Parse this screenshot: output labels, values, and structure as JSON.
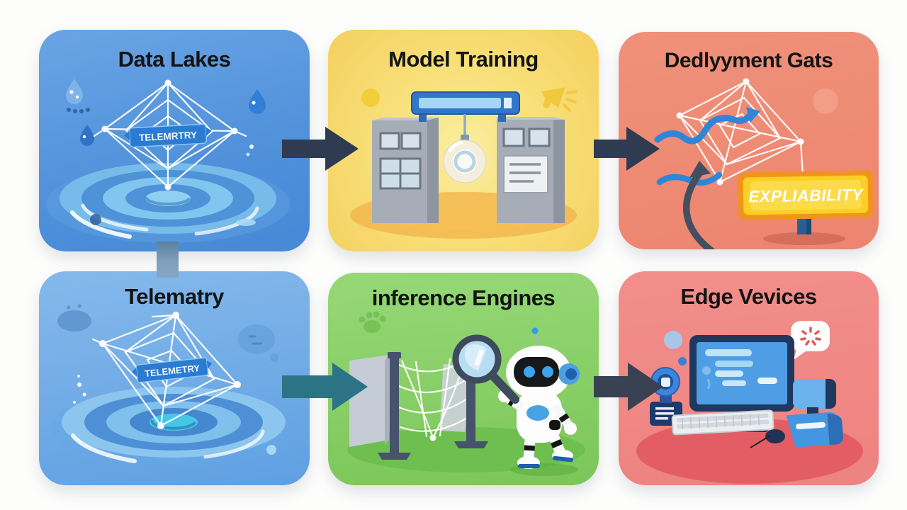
{
  "diagram": {
    "description": "Six-panel AI pipeline illustration connected by arrows",
    "rows": 2,
    "columns": 3
  },
  "panels": [
    {
      "key": "data_lakes",
      "title": "Data Lakes",
      "bg": "#5597dd",
      "banner_label": "TELEMRTRY"
    },
    {
      "key": "model_training",
      "title": "Model Training",
      "bg": "#f7da6b"
    },
    {
      "key": "deployment_gates",
      "title": "Dedlyyment Gats",
      "bg": "#ee8a74",
      "sign_label": "EXPLIABILITY"
    },
    {
      "key": "telemetry",
      "title": "Telematry",
      "bg": "#74afe7",
      "banner_label": "TELEMETRY"
    },
    {
      "key": "inference_engines",
      "title": "inference Engines",
      "bg": "#89d067"
    },
    {
      "key": "edge_devices",
      "title": "Edge Vevices",
      "bg": "#f28c88"
    }
  ],
  "colors": {
    "arrow_dark": "#2e3b50",
    "arrow_slate": "#394153",
    "arrow_teal": "#2d7386",
    "banner_blue": "#2b7bd3",
    "sign_yellow": "#fbcf25",
    "sign_border": "#f0941f",
    "squiggle_blue": "#2f86d8",
    "page_background": "#fdfdfc"
  }
}
